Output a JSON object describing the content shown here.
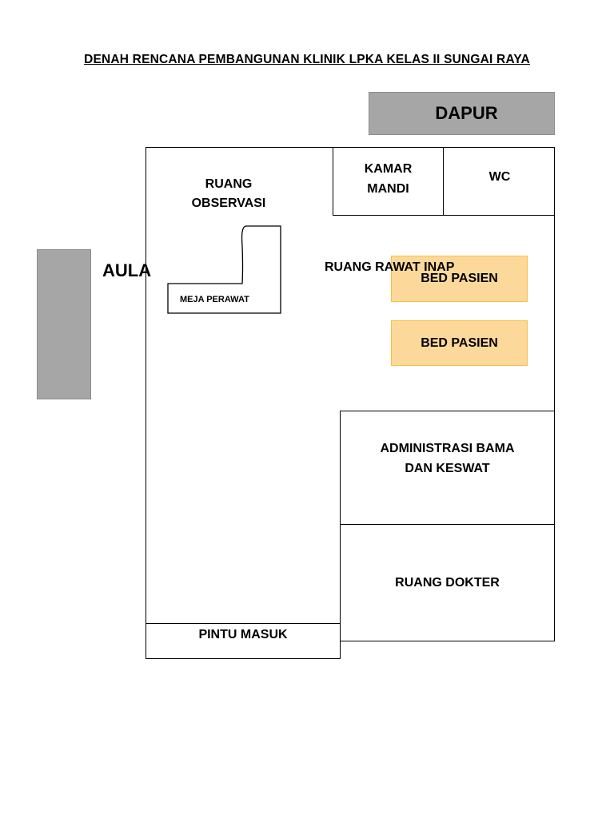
{
  "title": "DENAH RENCANA PEMBANGUNAN KLINIK LPKA KELAS II SUNGAI RAYA",
  "rooms": {
    "dapur": "DAPUR",
    "kamar_mandi_line1": "KAMAR",
    "kamar_mandi_line2": "MANDI",
    "wc": "WC",
    "ruang_observasi_line1": "RUANG",
    "ruang_observasi_line2": "OBSERVASI",
    "aula": "AULA",
    "ruang_rawat_inap": "RUANG RAWAT INAP",
    "meja_perawat": "MEJA PERAWAT",
    "bed_pasien_1": "BED PASIEN",
    "bed_pasien_2": "BED PASIEN",
    "administrasi_line1": "ADMINISTRASI BAMA",
    "administrasi_line2": "DAN KESWAT",
    "ruang_dokter": "RUANG DOKTER",
    "pintu_masuk": "PINTU MASUK"
  },
  "colors": {
    "grey_block": "#a6a6a6",
    "bed_fill": "#fdd89b",
    "bed_border": "#f5c242",
    "wall": "#000000"
  }
}
